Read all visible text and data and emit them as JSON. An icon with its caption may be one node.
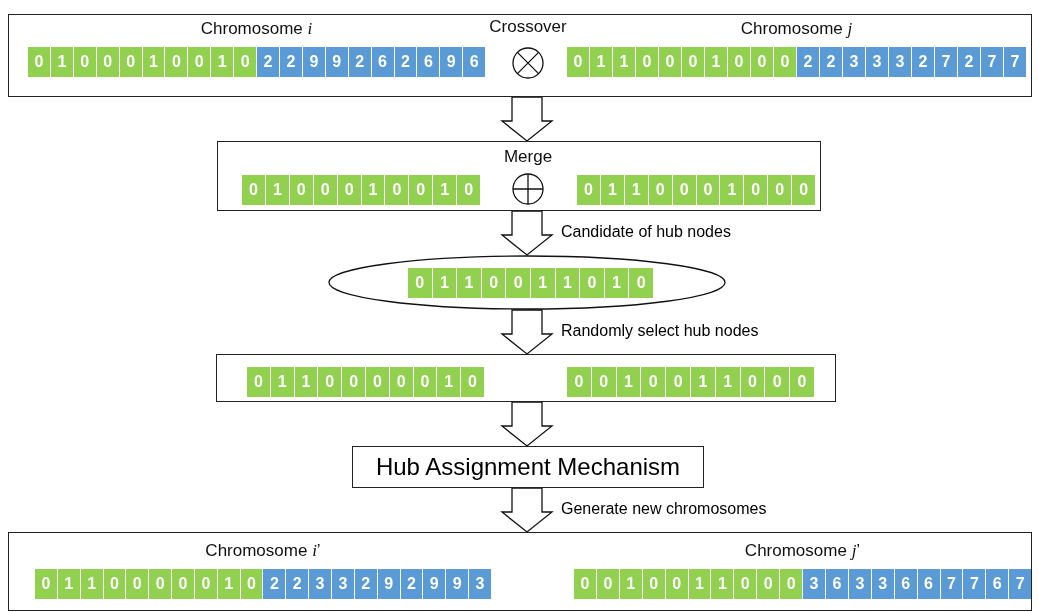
{
  "diagram": {
    "nodes": [
      {
        "text": [],
        "shape": "box"
      },
      {
        "text": [
          "Chromosome *i*",
          "0 1 0 0 0 1 0 0 1 0",
          "2 2 9 9 2 6 2 6 9 6"
        ],
        "in": 0
      },
      {
        "text": [
          "Crossover"
        ],
        "in": 0
      },
      {
        "text": [
          "Chromosome *j*",
          "0 1 1 0 0 0 1 0 0 0",
          "2 2 3 3 3 2 7 2 7 7"
        ],
        "in": 0
      },
      {
        "text": [],
        "shape": "box"
      },
      {
        "text": [
          "0 1 0 0 0 1 0 0 1 0"
        ],
        "in": 4
      },
      {
        "text": [
          "Merge"
        ],
        "in": 4
      },
      {
        "text": [
          "0 1 1 0 0 0 1 0 0 0"
        ],
        "in": 4
      },
      {
        "text": [
          "0 1 1 0 0 1 1 0 1 0"
        ]
      },
      {
        "text": [],
        "shape": "box"
      },
      {
        "text": [
          "0 1 1 0 0 0 0 0 1 0"
        ],
        "in": 9
      },
      {
        "text": [
          "0 0 1 0 0 1 1 0 0 0"
        ],
        "in": 9
      },
      {
        "text": [
          "Hub Assignment Mechanism"
        ]
      },
      {
        "text": [],
        "shape": "box"
      },
      {
        "text": [
          "Chromosome *i*’",
          "0 1 1 0 0 0 0 0 1 0",
          "2 2 3 3 2 9 2 9 9 3"
        ],
        "in": 13
      },
      {
        "text": [
          "Chromosome *j*’",
          "0 0 1 0 0 1 1 0 0 0",
          "3 6 3 3 6 6 7 7 6 7"
        ],
        "in": 13
      }
    ],
    "edges": [
      {
        "from": 0,
        "to": 4,
        "arrow": "to"
      },
      {
        "from": 4,
        "to": 8,
        "arrow": "to",
        "label": "Candidate of hub nodes"
      },
      {
        "from": 8,
        "to": 9,
        "arrow": "to",
        "label": "Randomly select hub nodes"
      },
      {
        "from": 9,
        "to": 12,
        "arrow": "to"
      },
      {
        "from": 12,
        "to": 13,
        "arrow": "to",
        "label": "Generate new chromosomes"
      }
    ]
  }
}
